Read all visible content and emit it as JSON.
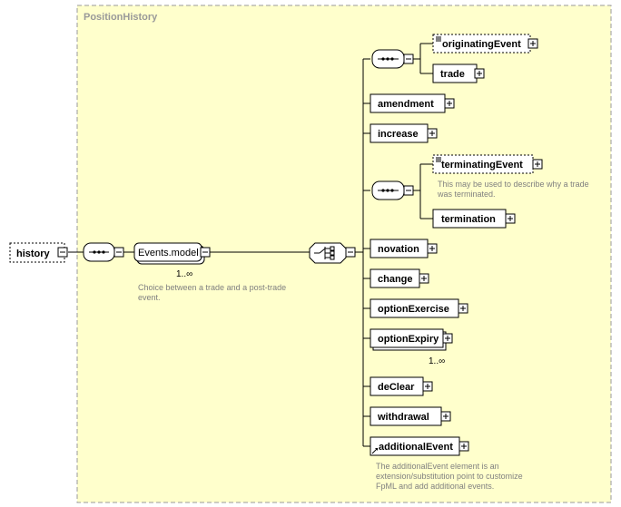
{
  "group": {
    "title": "PositionHistory"
  },
  "root": {
    "label": "history"
  },
  "model": {
    "label": "Events.model",
    "occurs": "1..∞",
    "note_line1": "Choice between a trade and a post-trade",
    "note_line2": "event."
  },
  "seq1": {
    "items": [
      "originatingEvent",
      "trade"
    ]
  },
  "seq2": {
    "items": [
      "terminatingEvent",
      "termination"
    ],
    "note_line1": "This may be used to describe why a trade",
    "note_line2": "was terminated."
  },
  "elements": {
    "amendment": "amendment",
    "increase": "increase",
    "novation": "novation",
    "change": "change",
    "optionExercise": "optionExercise",
    "optionExpiry": "optionExpiry",
    "optionExpiry_occurs": "1..∞",
    "deClear": "deClear",
    "withdrawal": "withdrawal",
    "additionalEvent": "additionalEvent"
  },
  "additional_note": {
    "line1": "The additionalEvent element is an",
    "line2": "extension/substitution point to customize",
    "line3": "FpML and add additional events."
  },
  "colors": {
    "group_fill": "#ffffcc",
    "node_fill": "#ffffff",
    "stroke": "#000000",
    "annotation": "#808080"
  }
}
